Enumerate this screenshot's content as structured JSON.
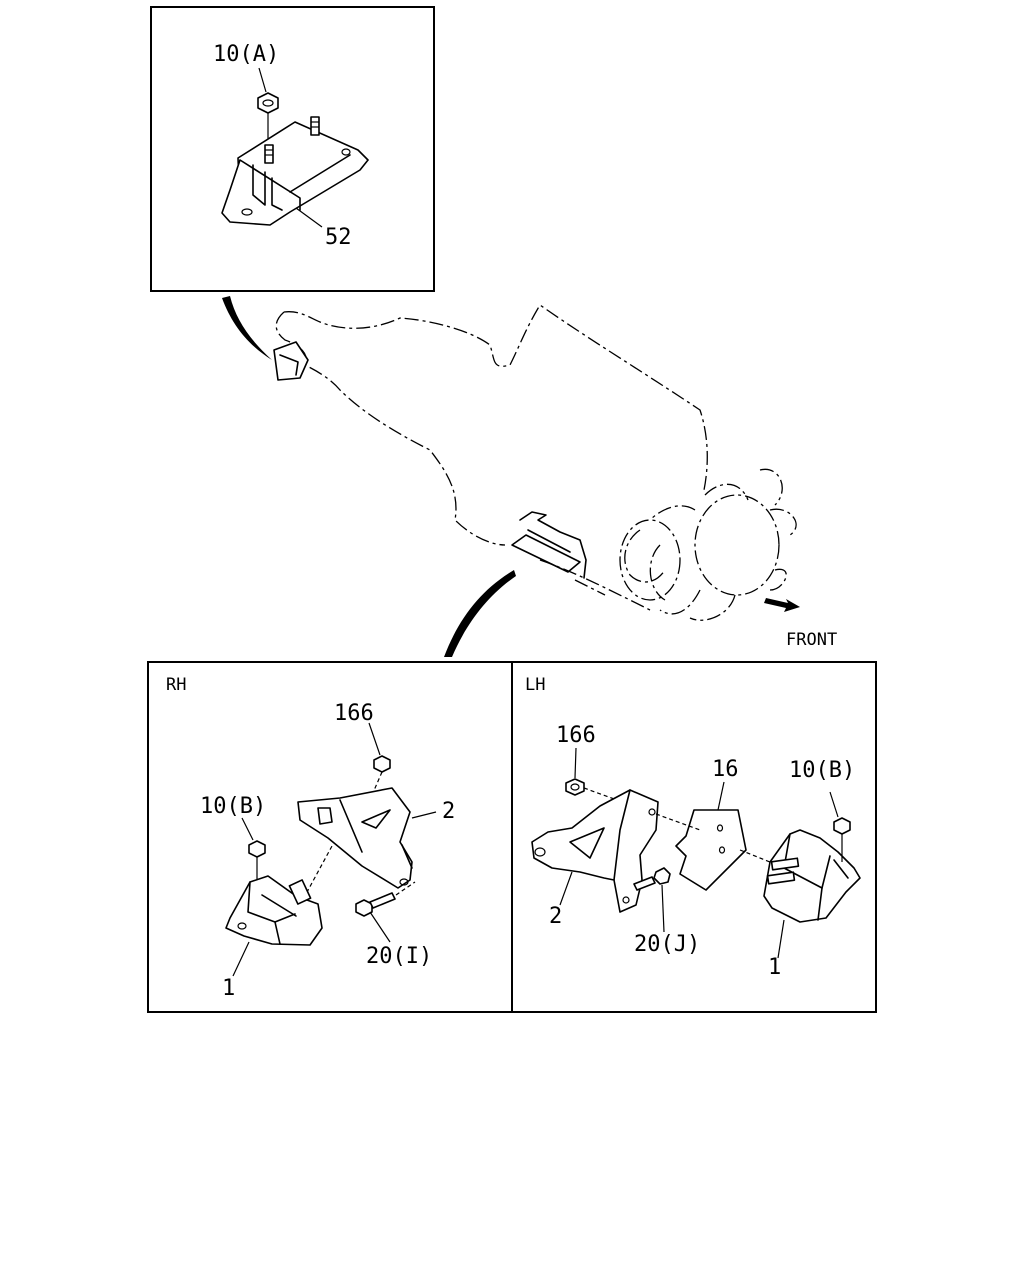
{
  "labels": {
    "top_nut": "10(A)",
    "top_mount": "52",
    "front": "FRONT",
    "rh_title": "RH",
    "lh_title": "LH",
    "rh_nut_166": "166",
    "rh_bracket": "2",
    "rh_nut_10b": "10(B)",
    "rh_bolt": "20(I)",
    "rh_mount": "1",
    "lh_nut_166": "166",
    "lh_plate": "16",
    "lh_nut_10b": "10(B)",
    "lh_bracket": "2",
    "lh_bolt": "20(J)",
    "lh_mount": "1"
  }
}
